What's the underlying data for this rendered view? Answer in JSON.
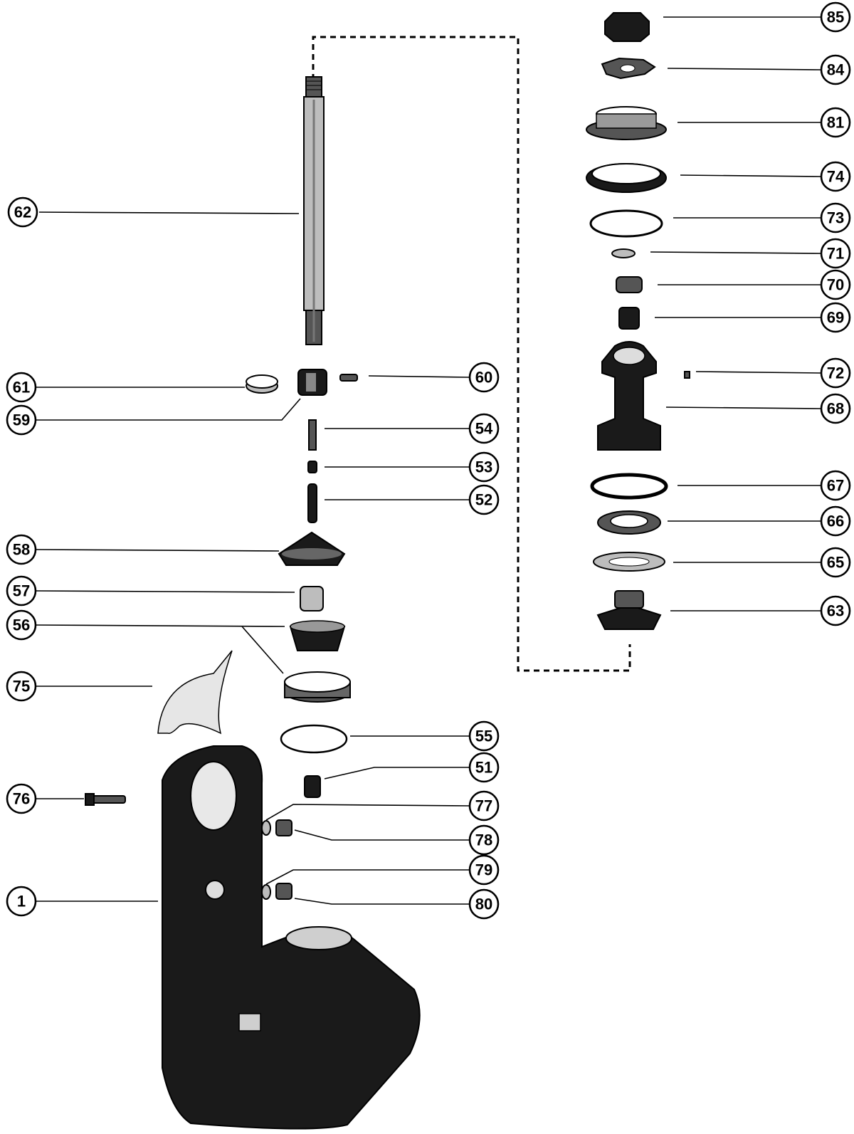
{
  "callouts": [
    {
      "id": "85",
      "label": "85"
    },
    {
      "id": "84",
      "label": "84"
    },
    {
      "id": "81",
      "label": "81"
    },
    {
      "id": "74",
      "label": "74"
    },
    {
      "id": "73",
      "label": "73"
    },
    {
      "id": "71",
      "label": "71"
    },
    {
      "id": "70",
      "label": "70"
    },
    {
      "id": "69",
      "label": "69"
    },
    {
      "id": "72",
      "label": "72"
    },
    {
      "id": "68",
      "label": "68"
    },
    {
      "id": "67",
      "label": "67"
    },
    {
      "id": "66",
      "label": "66"
    },
    {
      "id": "65",
      "label": "65"
    },
    {
      "id": "63",
      "label": "63"
    },
    {
      "id": "62",
      "label": "62"
    },
    {
      "id": "61",
      "label": "61"
    },
    {
      "id": "60",
      "label": "60"
    },
    {
      "id": "59",
      "label": "59"
    },
    {
      "id": "54",
      "label": "54"
    },
    {
      "id": "53",
      "label": "53"
    },
    {
      "id": "52",
      "label": "52"
    },
    {
      "id": "58",
      "label": "58"
    },
    {
      "id": "57",
      "label": "57"
    },
    {
      "id": "56",
      "label": "56"
    },
    {
      "id": "75",
      "label": "75"
    },
    {
      "id": "55",
      "label": "55"
    },
    {
      "id": "51",
      "label": "51"
    },
    {
      "id": "76",
      "label": "76"
    },
    {
      "id": "77",
      "label": "77"
    },
    {
      "id": "78",
      "label": "78"
    },
    {
      "id": "79",
      "label": "79"
    },
    {
      "id": "80",
      "label": "80"
    },
    {
      "id": "1",
      "label": "1"
    }
  ]
}
